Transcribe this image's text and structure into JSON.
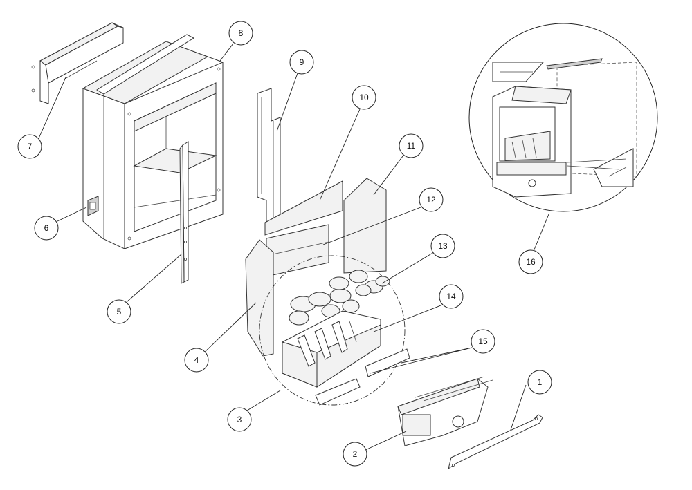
{
  "callouts": [
    {
      "number": "1"
    },
    {
      "number": "2"
    },
    {
      "number": "3"
    },
    {
      "number": "4"
    },
    {
      "number": "5"
    },
    {
      "number": "6"
    },
    {
      "number": "7"
    },
    {
      "number": "8"
    },
    {
      "number": "9"
    },
    {
      "number": "10"
    },
    {
      "number": "11"
    },
    {
      "number": "12"
    },
    {
      "number": "13"
    },
    {
      "number": "14"
    },
    {
      "number": "15"
    },
    {
      "number": "16"
    }
  ]
}
